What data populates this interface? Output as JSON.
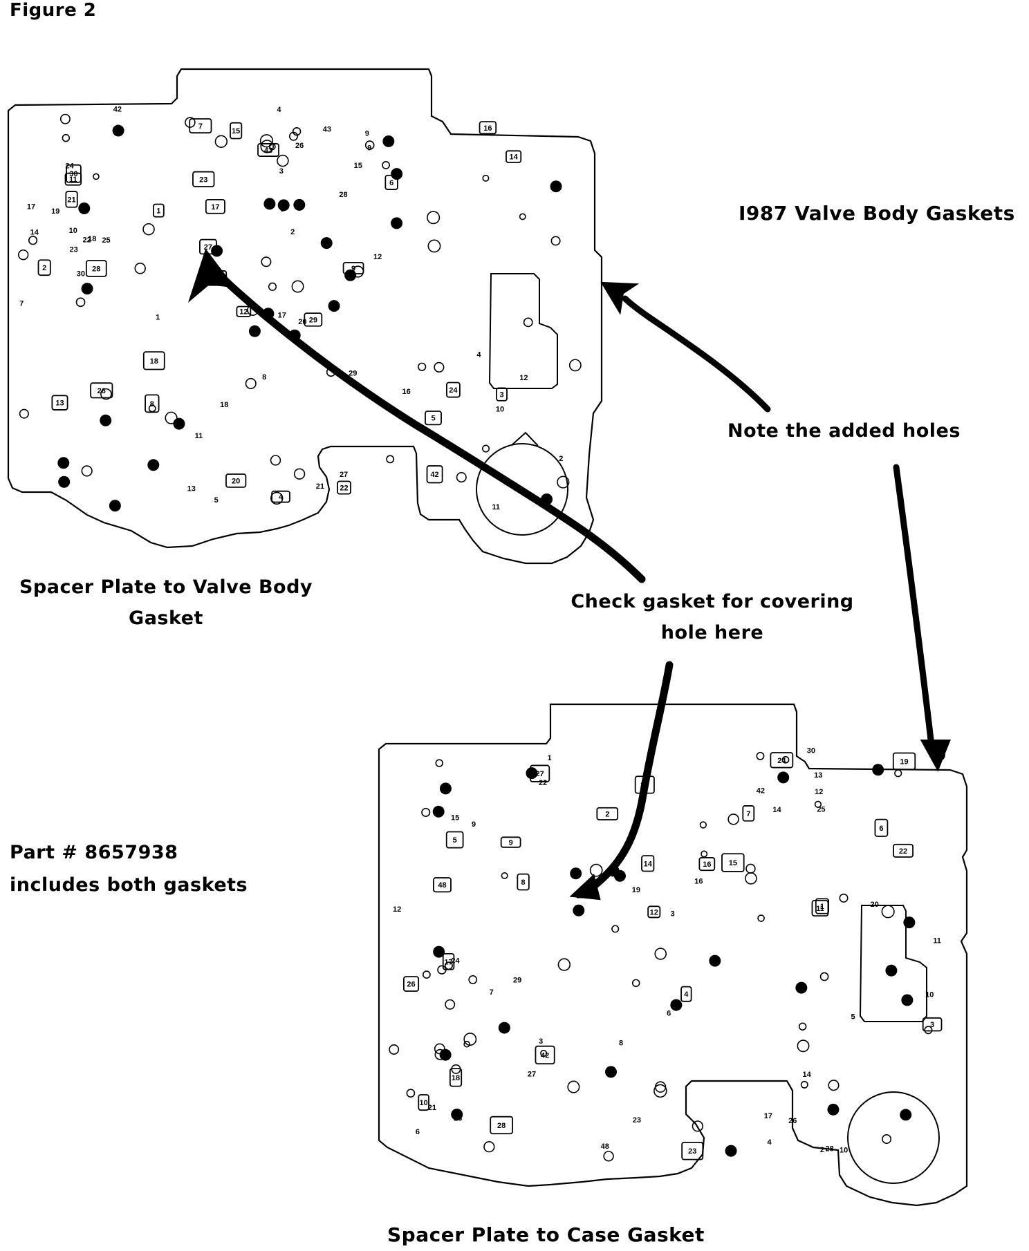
{
  "figure_label": "Figure 2",
  "title": "I987 Valve Body Gaskets",
  "note_added_holes": "Note the added holes",
  "check_line1": "Check gasket for covering",
  "check_line2": "hole here",
  "top_caption_line1": "Spacer Plate to Valve Body",
  "top_caption_line2": "Gasket",
  "part_line1": "Part # 8657938",
  "part_line2": "includes both gaskets",
  "bottom_caption": "Spacer Plate to Case Gasket",
  "top_gasket": {
    "boxed": [
      "5",
      "3",
      "4",
      "6",
      "7",
      "2",
      "8",
      "9",
      "10",
      "11",
      "12",
      "13",
      "14",
      "15",
      "16",
      "17",
      "18",
      "20",
      "21",
      "22",
      "23",
      "24",
      "26",
      "27",
      "28",
      "29",
      "30",
      "42",
      "43",
      "1"
    ],
    "tags": [
      "5",
      "4",
      "43",
      "3",
      "2",
      "1",
      "28",
      "29",
      "26",
      "7",
      "4",
      "9",
      "10",
      "8",
      "2",
      "42",
      "11",
      "10",
      "27",
      "14",
      "9",
      "12",
      "13",
      "15",
      "16",
      "17",
      "18",
      "19",
      "20",
      "21",
      "23",
      "24",
      "25",
      "22",
      "30",
      "11",
      "17",
      "12",
      "18",
      "8"
    ]
  },
  "bottom_gasket": {
    "boxed": [
      "3",
      "5",
      "10",
      "11",
      "28",
      "2",
      "4",
      "29",
      "1",
      "19",
      "16",
      "22",
      "15",
      "9",
      "12",
      "27",
      "26",
      "17",
      "23",
      "24",
      "14",
      "18",
      "6",
      "8",
      "7",
      "42",
      "48"
    ],
    "tags": [
      "5",
      "6",
      "3",
      "29",
      "4",
      "3",
      "1",
      "10",
      "27",
      "11",
      "17",
      "28",
      "26",
      "9",
      "7",
      "30",
      "14",
      "10",
      "2",
      "13",
      "11",
      "15",
      "16",
      "12",
      "18",
      "23",
      "22",
      "24",
      "25",
      "21",
      "19",
      "20",
      "12",
      "8",
      "6",
      "42",
      "48",
      "14"
    ]
  },
  "colors": {
    "ink": "#000000",
    "background": "#ffffff"
  }
}
